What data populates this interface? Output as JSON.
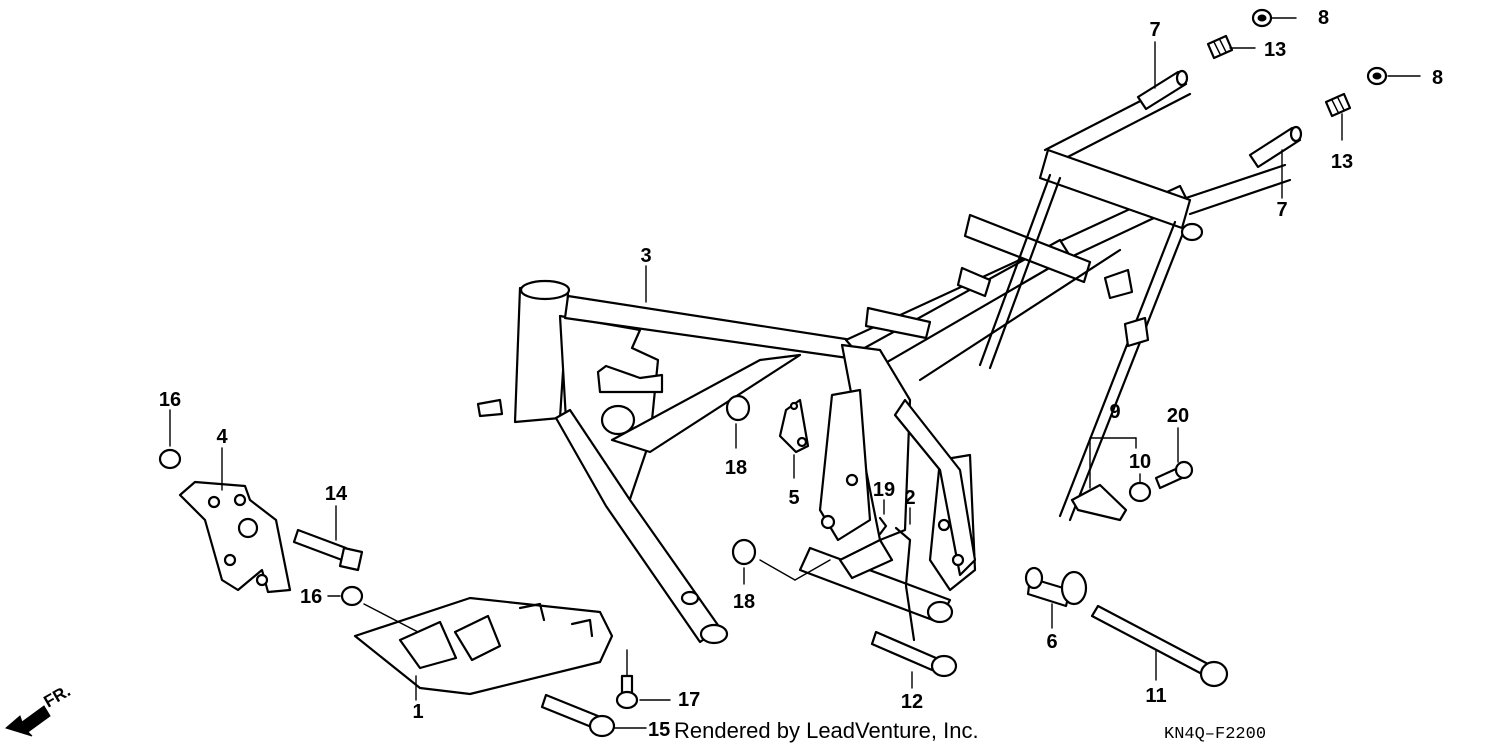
{
  "diagram": {
    "labels": [
      "1",
      "2",
      "3",
      "4",
      "5",
      "6",
      "7",
      "7",
      "8",
      "8",
      "9",
      "10",
      "11",
      "12",
      "13",
      "13",
      "14",
      "15",
      "16",
      "16",
      "17",
      "18",
      "18",
      "19",
      "20"
    ],
    "credit": "Rendered by LeadVenture, Inc.",
    "code": "KN4Q–F2200",
    "direction": "FR."
  }
}
